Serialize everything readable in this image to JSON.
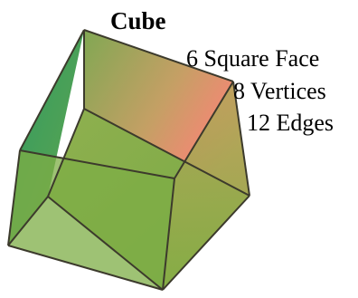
{
  "figure": {
    "title": "Cube",
    "properties": [
      "6 Square Face",
      "8 Vertices",
      "12 Edges"
    ]
  },
  "colors": {
    "edge": "#3a3a2a",
    "left_face": "#3f9e5a",
    "top_face_left": "#8fae4e",
    "top_face_right": "#f0806a",
    "right_face": "#9caf4a",
    "bottom_face": "#86b04c",
    "inner_face": "#7fae47"
  }
}
